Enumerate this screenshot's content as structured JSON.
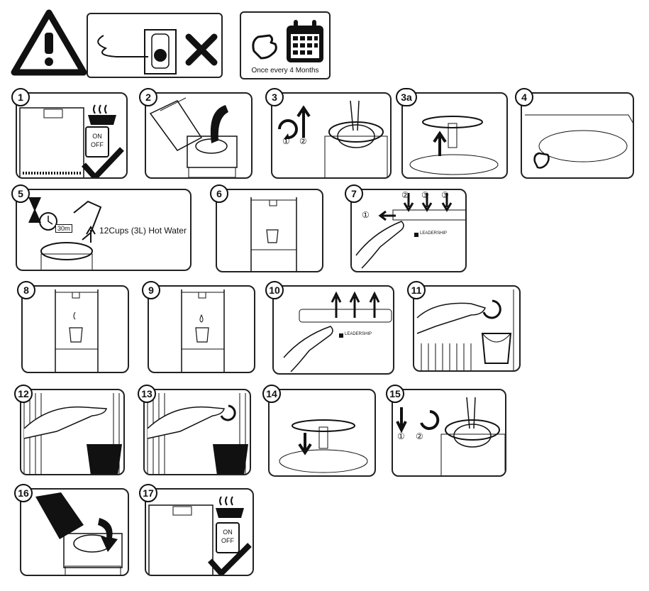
{
  "header": {
    "warning_icon": "warning-triangle-icon",
    "unplug_icon": "unplug-outlet-icon",
    "cross_icon": "x-cross-icon",
    "hand_icon": "hand-icon",
    "calendar_icon": "calendar-icon",
    "frequency_text": "Once every 4 Months"
  },
  "steps": {
    "s1": {
      "num": "1",
      "switch_on": "ON",
      "switch_off": "OFF"
    },
    "s2": {
      "num": "2"
    },
    "s3": {
      "num": "3",
      "sub1": "①",
      "sub2": "②"
    },
    "s3a": {
      "num": "3a"
    },
    "s4": {
      "num": "4"
    },
    "s5": {
      "num": "5",
      "timer": "30m",
      "text": "12Cups (3L) Hot Water"
    },
    "s6": {
      "num": "6"
    },
    "s7": {
      "num": "7",
      "sub1": "①",
      "sub2": "②",
      "sub3a": "③",
      "sub3b": "③",
      "brand": "LEADERSHIP"
    },
    "s8": {
      "num": "8"
    },
    "s9": {
      "num": "9"
    },
    "s10": {
      "num": "10",
      "brand": "LEADERSHIP"
    },
    "s11": {
      "num": "11"
    },
    "s12": {
      "num": "12"
    },
    "s13": {
      "num": "13"
    },
    "s14": {
      "num": "14"
    },
    "s15": {
      "num": "15",
      "sub1": "①",
      "sub2": "②"
    },
    "s16": {
      "num": "16"
    },
    "s17": {
      "num": "17",
      "switch_on": "ON",
      "switch_off": "OFF"
    }
  },
  "colors": {
    "line": "#111111",
    "fill_dark": "#1a1a1a",
    "background": "#ffffff"
  }
}
